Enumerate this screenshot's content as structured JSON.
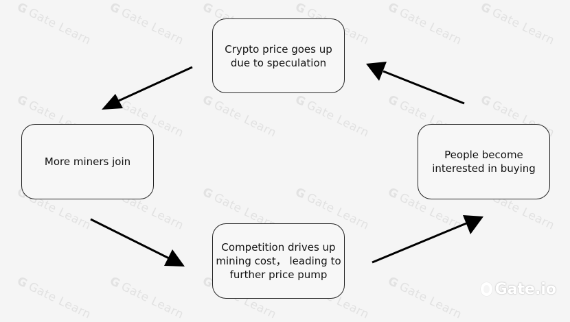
{
  "watermark": "Gate Learn",
  "brand": "Gate.io",
  "nodes": {
    "top": {
      "lines": [
        "Crypto price goes up",
        "due to speculation"
      ]
    },
    "right": {
      "lines": [
        "People become",
        "interested in buying"
      ]
    },
    "bottom": {
      "lines": [
        "Competition drives up",
        "mining cost， leading to",
        "further price pump"
      ]
    },
    "left": {
      "lines": [
        "More miners join"
      ]
    }
  },
  "colors": {
    "background": "#f5f5f5",
    "box_border": "#222222",
    "arrow": "#000000",
    "watermark": "#e2e2e2"
  }
}
